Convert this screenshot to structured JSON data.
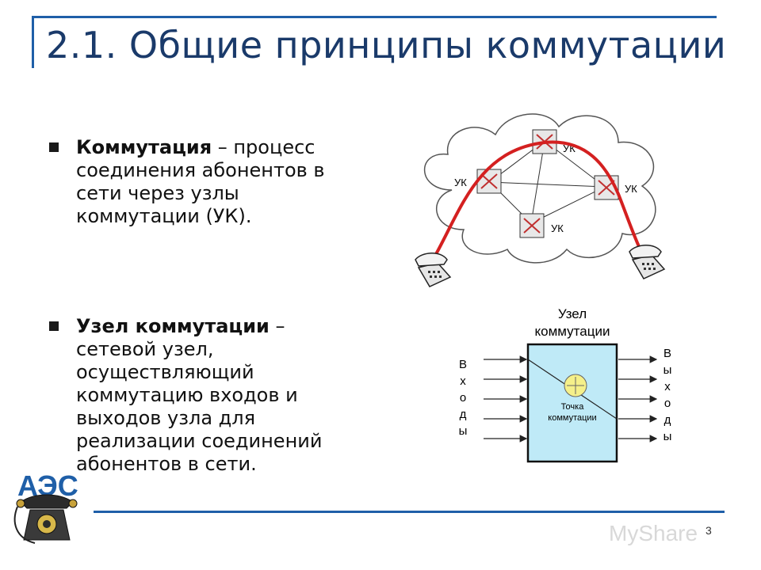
{
  "slide": {
    "title": "2.1. Общие принципы коммутации",
    "bullet1": {
      "term": "Коммутация",
      "rest": " – процесс соединения абонентов в сети через узлы коммутации (УК)."
    },
    "bullet2": {
      "term": "Узел коммутации",
      "rest": " – сетевой узел, осуществляющий коммутацию входов и выходов узла для реализации соединений абонентов в сети."
    },
    "page_number": "3",
    "logo_text": "АЭС",
    "watermark": "MyShare"
  },
  "network_diagram": {
    "node_label_1": "УК",
    "node_label_2": "УК",
    "node_label_3": "УК",
    "node_label_4": "УК",
    "path_color": "#d42020"
  },
  "node_diagram": {
    "title_line1": "Узел",
    "title_line2": "коммутации",
    "inputs_letters": [
      "В",
      "х",
      "о",
      "д",
      "ы"
    ],
    "outputs_letters": [
      "В",
      "ы",
      "х",
      "о",
      "д",
      "ы"
    ],
    "point_line1": "Точка",
    "point_line2": "коммутации",
    "box_color": "#bfeaf7"
  }
}
